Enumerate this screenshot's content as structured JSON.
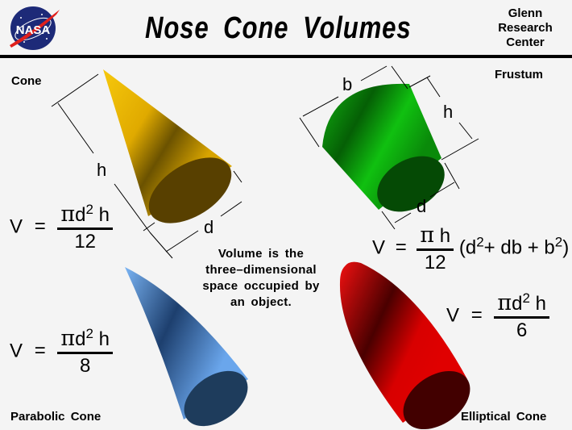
{
  "header": {
    "logo": "nasa-meatball-logo",
    "logo_text": "NASA",
    "title": "Nose Cone Volumes",
    "center_lines": [
      "Glenn",
      "Research",
      "Center"
    ]
  },
  "description": [
    "Volume is the",
    "three–dimensional",
    "space occupied by",
    "an object."
  ],
  "shapes": {
    "cone": {
      "label": "Cone",
      "color": "#e8b400",
      "dims": {
        "h": "h",
        "d": "d"
      },
      "formula": {
        "lhs": "V",
        "eq": "=",
        "pi": "π",
        "num": "d",
        "exp": "2",
        "num_tail": "h",
        "den": "12"
      }
    },
    "frustum": {
      "label": "Frustum",
      "color": "#0fa00f",
      "dims": {
        "b": "b",
        "h": "h",
        "d": "d"
      },
      "formula": {
        "lhs": "V",
        "eq": "=",
        "pi": "π",
        "num": "h",
        "den": "12",
        "paren_open": "(",
        "t1": "d",
        "t1_exp": "2",
        "plus1": "+ db +",
        "t3": "b",
        "t3_exp": "2",
        "paren_close": ")"
      }
    },
    "parabolic": {
      "label": "Parabolic  Cone",
      "color": "#5b9be8",
      "formula": {
        "lhs": "V",
        "eq": "=",
        "pi": "π",
        "num": "d",
        "exp": "2",
        "num_tail": "h",
        "den": "8"
      }
    },
    "elliptical": {
      "label": "Elliptical  Cone",
      "color": "#e00000",
      "formula": {
        "lhs": "V",
        "eq": "=",
        "pi": "π",
        "num": "d",
        "exp": "2",
        "num_tail": "h",
        "den": "6"
      }
    }
  }
}
